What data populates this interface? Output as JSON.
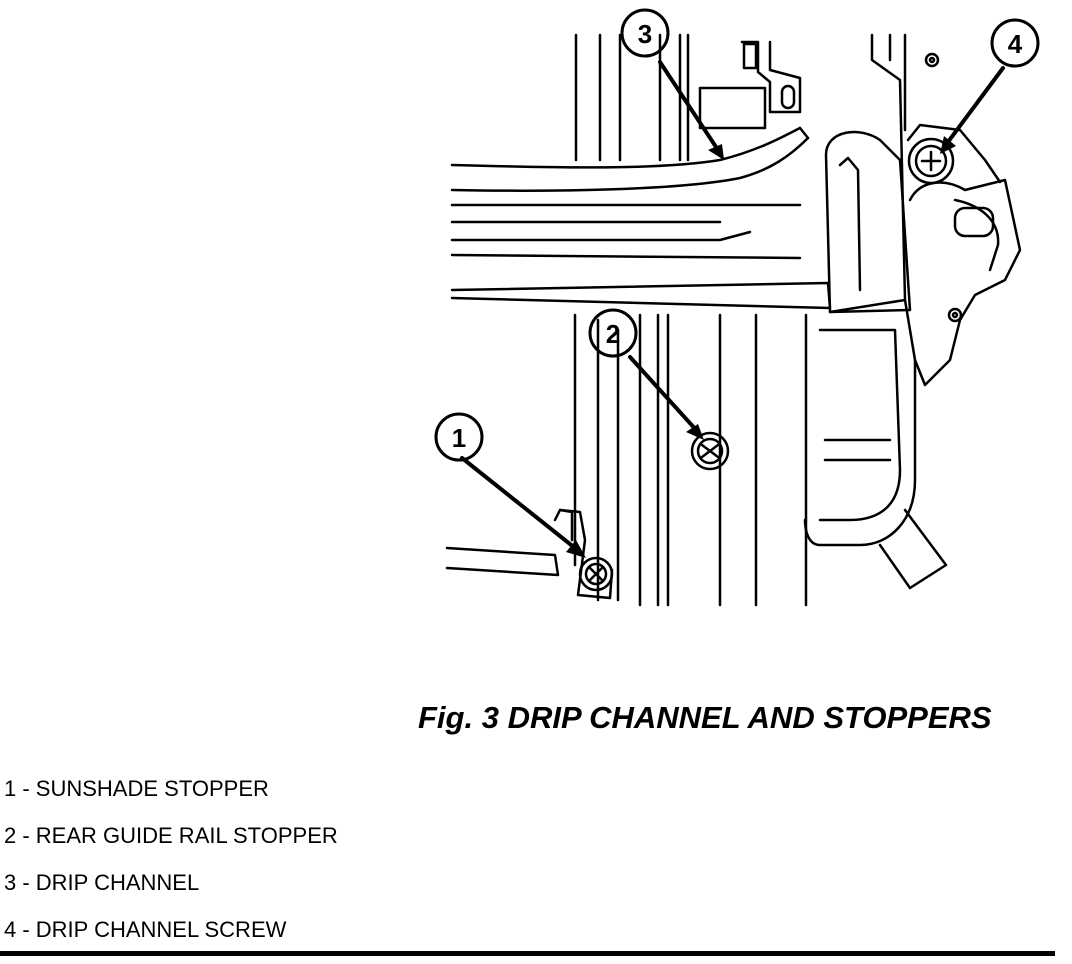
{
  "figure": {
    "caption": "Fig. 3 DRIP CHANNEL AND STOPPERS"
  },
  "callouts": [
    {
      "number": "1"
    },
    {
      "number": "2"
    },
    {
      "number": "3"
    },
    {
      "number": "4"
    }
  ],
  "legend": [
    {
      "text": "1 - SUNSHADE STOPPER"
    },
    {
      "text": "2 - REAR GUIDE RAIL STOPPER"
    },
    {
      "text": "3 - DRIP CHANNEL"
    },
    {
      "text": "4 - DRIP CHANNEL SCREW"
    }
  ],
  "colors": {
    "ink": "#000000",
    "paper": "#ffffff"
  }
}
